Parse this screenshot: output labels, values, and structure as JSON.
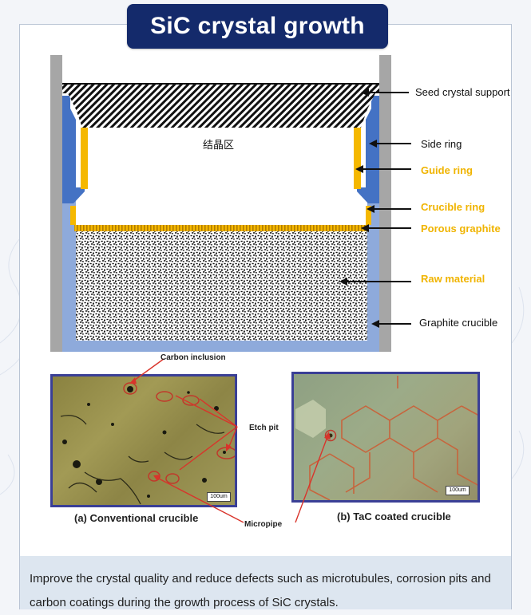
{
  "header": {
    "title": "SiC crystal growth"
  },
  "diagram": {
    "crystallization_zone_label": "结晶区",
    "labels": {
      "seed_crystal_support": "Seed crystal support",
      "side_ring": "Side ring",
      "guide_ring": "Guide ring",
      "crucible_ring": "Crucible ring",
      "porous_graphite": "Porous graphite",
      "raw_material": "Raw material",
      "graphite_crucible": "Graphite crucible"
    },
    "colors": {
      "blue": "#4472c4",
      "light_blue": "#8eaadb",
      "gold": "#f5b800",
      "gray": "#a6a6a6"
    }
  },
  "micrographs": {
    "annotations": {
      "carbon_inclusion": "Carbon inclusion",
      "etch_pit": "Etch pit",
      "micropipe": "Micropipe"
    },
    "scale_a": "100um",
    "scale_b": "100um",
    "caption_a": "(a) Conventional crucible",
    "caption_b": "(b) TaC coated crucible"
  },
  "footer": {
    "text": "Improve the crystal quality and reduce defects such as microtubules, corrosion pits and carbon coatings during the growth process of SiC crystals."
  }
}
